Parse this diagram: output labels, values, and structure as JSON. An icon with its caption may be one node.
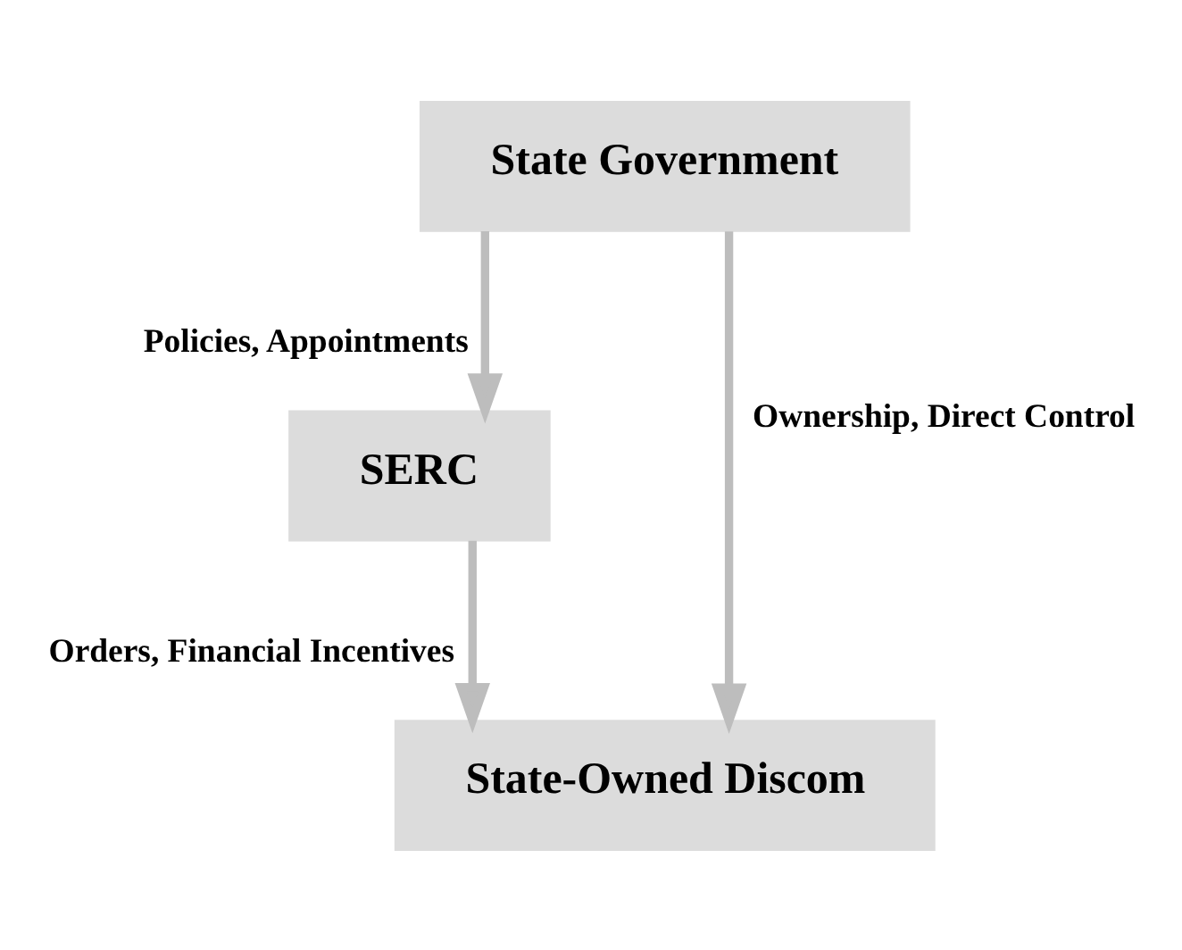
{
  "diagram": {
    "nodes": [
      {
        "text": [
          "State Government"
        ]
      },
      {
        "text": [
          "SERC"
        ]
      },
      {
        "text": [
          "State-Owned Discom"
        ]
      }
    ],
    "edges": [
      {
        "from": 0,
        "to": 1,
        "arrow": "to",
        "label": "Policies, Appointments"
      },
      {
        "from": 1,
        "to": 2,
        "arrow": "to",
        "label": "Orders, Financial Incentives"
      },
      {
        "from": 0,
        "to": 2,
        "arrow": "to",
        "label": "Ownership, Direct Control"
      }
    ]
  }
}
